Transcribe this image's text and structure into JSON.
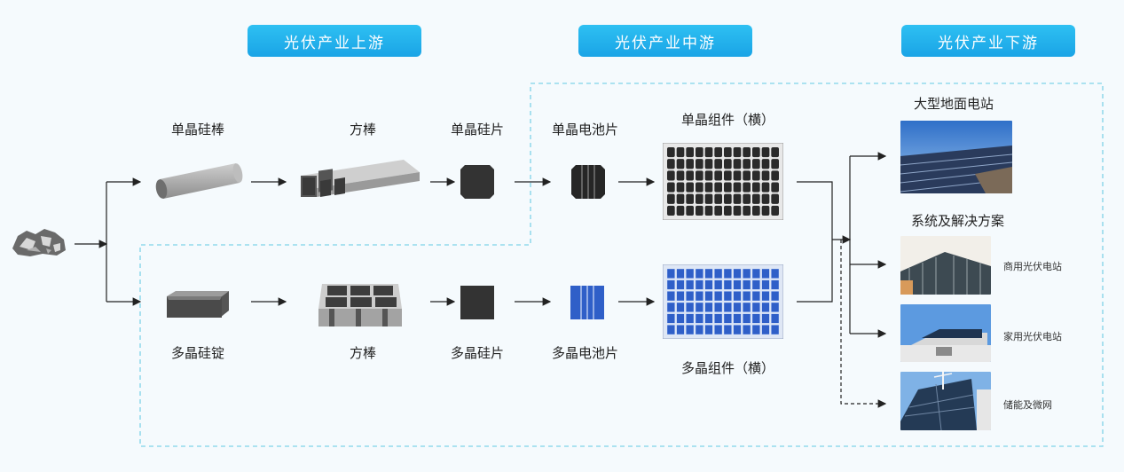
{
  "headers": {
    "upstream": "光伏产业上游",
    "midstream": "光伏产业中游",
    "downstream": "光伏产业下游"
  },
  "mono": {
    "ingot": "单晶硅棒",
    "square_rod": "方棒",
    "wafer": "单晶硅片",
    "cell": "单晶电池片",
    "module": "单晶组件（横）"
  },
  "poly": {
    "ingot": "多晶硅锭",
    "square_rod": "方棒",
    "wafer": "多晶硅片",
    "cell": "多晶电池片",
    "module": "多晶组件（横）"
  },
  "downstream": {
    "ground_station": "大型地面电站",
    "solutions_title": "系统及解决方案",
    "commercial": "商用光伏电站",
    "residential": "家用光伏电站",
    "storage": "储能及微网"
  },
  "colors": {
    "badge": "#1aa4e6",
    "dashed_border": "#7fd3e8",
    "mono_cell": "#2a2a2a",
    "poly_cell": "#2f5fc8"
  }
}
